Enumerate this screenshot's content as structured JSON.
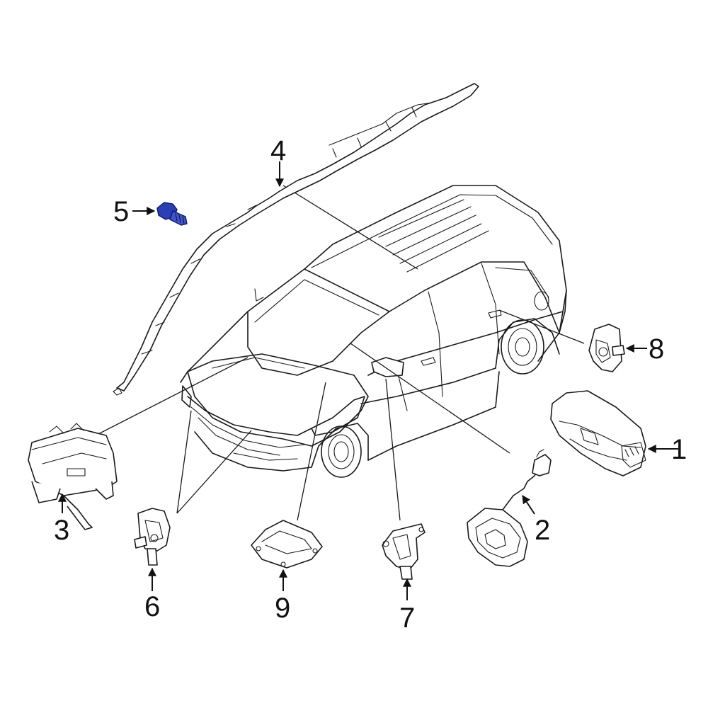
{
  "callouts": [
    {
      "id": "1",
      "label": "1"
    },
    {
      "id": "2",
      "label": "2"
    },
    {
      "id": "3",
      "label": "3"
    },
    {
      "id": "4",
      "label": "4"
    },
    {
      "id": "5",
      "label": "5"
    },
    {
      "id": "6",
      "label": "6"
    },
    {
      "id": "7",
      "label": "7"
    },
    {
      "id": "8",
      "label": "8"
    },
    {
      "id": "9",
      "label": "9"
    }
  ],
  "colors": {
    "line": "#1a1a1a",
    "background": "#ffffff",
    "highlight_part": "#2b3fb5"
  },
  "highlighted_part": "5"
}
